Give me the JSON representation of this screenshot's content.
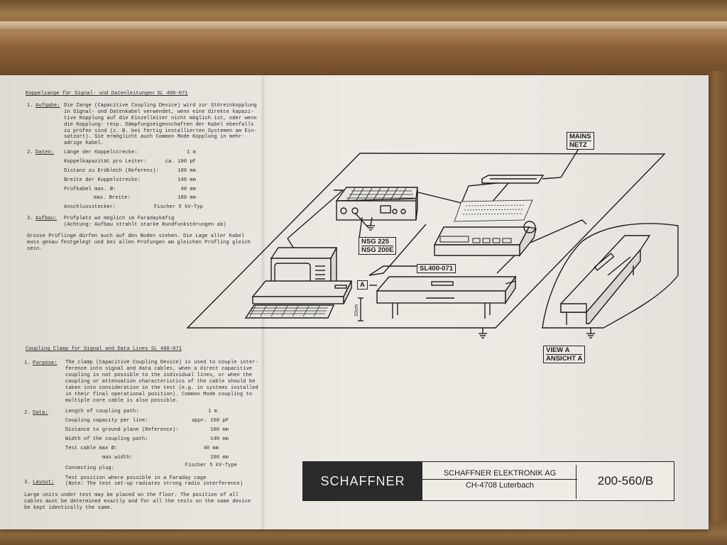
{
  "german": {
    "heading": "Koppelzange für Signal- und Datenleitungen SL 400-071",
    "s1_num": "1.",
    "s1_title": "Aufgabe:",
    "s1_lines": [
      "Die Zange (Capacitive Coupling Device) wird zur Störeinkopplung",
      "in Signal- und Datenkabel verwendet, wenn eine direkte kapazi-",
      "tive Kopplung auf die Einzelleiter nicht möglich ist, oder wenn",
      "die Kopplung- resp. Dämpfungseigenschaften der Kabel ebenfalls",
      "zu prüfen sind (z. B. bei fertig installierten Systemen am Ein-",
      "satzort). Sie ermöglicht auch Common Mode Kopplung in mehr-",
      "adrige Kabel."
    ],
    "s2_num": "2.",
    "s2_title": "Daten:",
    "data_rows": [
      {
        "label": "Länge der Koppelstrecke:",
        "value": "1 m"
      },
      {
        "label": "Koppelkapazität pro Leiter:",
        "value": "ca. 100 pF"
      },
      {
        "label": "Distanz zu Erdblech (Referenz):",
        "value": "100 mm"
      },
      {
        "label": "Breite der Koppelstrecke:",
        "value": "140 mm"
      },
      {
        "label": "Prüfkabel max. Ø:",
        "value": "40 mm"
      },
      {
        "label": "max. Breite:",
        "value": "100 mm"
      },
      {
        "label": "Anschlussstecker:",
        "value": "Fischer 5 kV-Typ"
      }
    ],
    "s3_num": "3.",
    "s3_title": "Aufbau:",
    "s3_lines": [
      "Prüfplatz wo möglich im Faradaykäfig",
      "(Achtung: Aufbau strahlt starke Rundfunkstörungen ab)"
    ],
    "note_lines": [
      "Grosse Prüflinge dürfen auch auf den Boden stehen. Die Lage aller Kabel",
      "muss genau festgelegt und bei allen Prüfungen am gleichen Prüfling gleich",
      "sein."
    ]
  },
  "english": {
    "heading": "Coupling Clamp for Signal and Data Lines SL 400-071",
    "s1_num": "1.",
    "s1_title": "Purpose:",
    "s1_lines": [
      "The clamp (Capacitive Coupling Device) is used to couple inter-",
      "ference into signal and data cables, when a direct capacitive",
      "coupling is not possible to the individual lines, or when the",
      "coupling or attenuation characteristics of the cable should be",
      "taken into consideration in the test (e.g. in systems installed",
      "in their final operational position). Common Mode coupling to",
      "multiple core cable is also possible."
    ],
    "s2_num": "2.",
    "s2_title": "Data:",
    "data_rows": [
      {
        "label": "Length of coupling path:",
        "value": "1 m"
      },
      {
        "label": "Coupling capacity per line:",
        "value": "appr. 100 pF"
      },
      {
        "label": "Distance to ground plane (Reference):",
        "value": "100 mm"
      },
      {
        "label": "Width of the coupling path:",
        "value": "140 mm"
      },
      {
        "label": "Test cable max Ø:",
        "value": "40 mm"
      },
      {
        "label": "max width:",
        "value": "100 mm"
      },
      {
        "label": "Connecting plug:",
        "value": "Fischer 5 kV-Type"
      }
    ],
    "s3_num": "3.",
    "s3_title": "Layout:",
    "s3_lines": [
      "Test position where possible in a Faraday cage",
      "(Note: The test set-up radiates strong radio interference)"
    ],
    "note_lines": [
      "Large units under test may be placed on the floor. The position of all",
      "cables must be determined exactly and for all the tests on the same device",
      "be kept identically the same."
    ]
  },
  "diagram": {
    "mains": [
      "MAINS",
      "NETZ"
    ],
    "nsg": [
      "NSG 225",
      "NSG 200E"
    ],
    "sl": "SL400-071",
    "a_marker": "A",
    "height_label": "10cm",
    "view": [
      "VIEW  A",
      "ANSICHT A"
    ]
  },
  "titleblock": {
    "brand": "SCHAFFNER",
    "company_line1": "SCHAFFNER ELEKTRONIK AG",
    "company_line2": "CH-4708 Luterbach",
    "doc_number": "200-560/B"
  }
}
